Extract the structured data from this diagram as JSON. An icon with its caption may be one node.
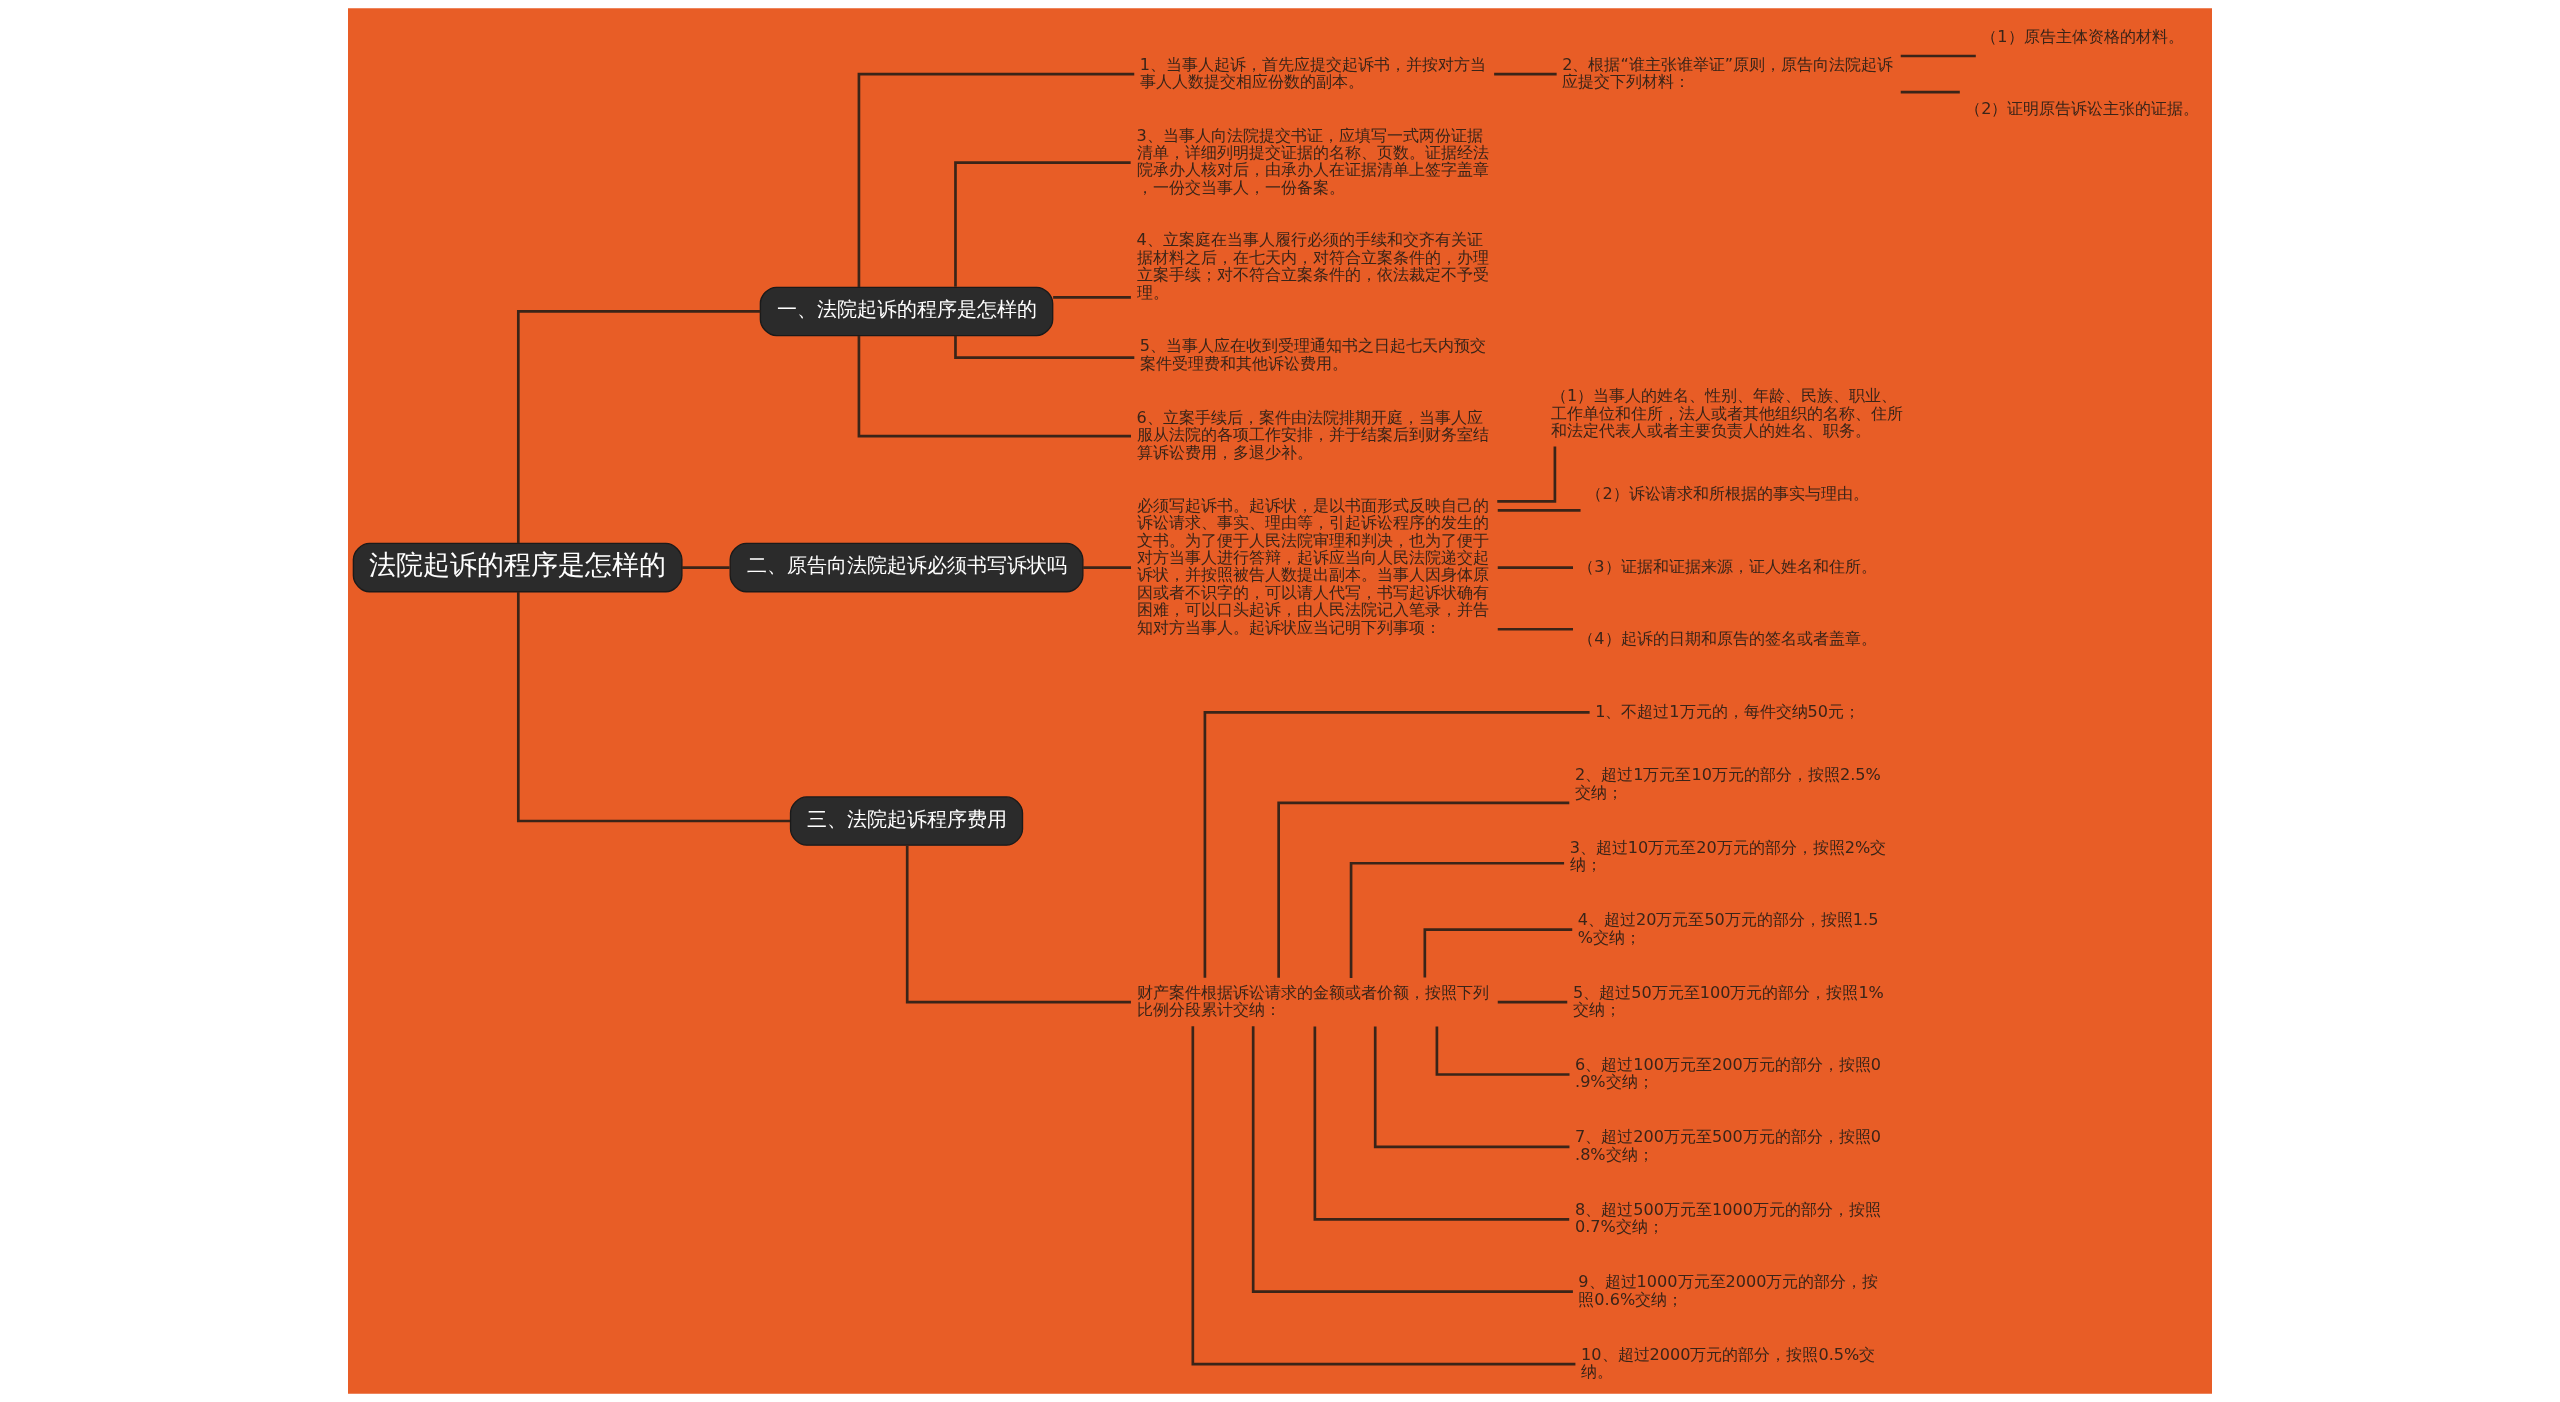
{
  "diagram": {
    "nodes": [
      {
        "text": [
          "法院起诉的程序是怎样的"
        ]
      },
      {
        "text": [
          "一、法院起诉的程序是怎样的"
        ]
      },
      {
        "text": [
          "1、当事人起诉，首先应提交起诉书，并按对方当事人人数提交相应份数的副本。"
        ]
      },
      {
        "text": [
          "2、根据“谁主张谁举证”原则，原告向法院起诉应提交下列材料："
        ]
      },
      {
        "text": [
          "（1）原告主体资格的材料。"
        ]
      },
      {
        "text": [
          "（2）证明原告诉讼主张的证据。"
        ]
      },
      {
        "text": [
          "3、当事人向法院提交书证，应填写一式两份证据清单，详细列明提交证据的名称、页数。证据经法院承办人核对后，由承办人在证据清单上签字盖章，一份交当事人，一份备案。"
        ]
      },
      {
        "text": [
          "4、立案庭在当事人履行必须的手续和交齐有关证据材料之后，在七天内，对符合立案条件的，办理立案手续；对不符合立案条件的，依法裁定不予受理。"
        ]
      },
      {
        "text": [
          "5、当事人应在收到受理通知书之日起七天内预交案件受理费和其他诉讼费用。"
        ]
      },
      {
        "text": [
          "6、立案手续后，案件由法院排期开庭，当事人应服从法院的各项工作安排，并于结案后到财务室结算诉讼费用，多退少补。"
        ]
      },
      {
        "text": [
          "二、原告向法院起诉必须书写诉状吗"
        ]
      },
      {
        "text": [
          "必须写起诉书。起诉状，是以书面形式反映自己的诉讼请求、事实、理由等，引起诉讼程序的发生的文书。为了便于人民法院审理和判决，也为了便于对方当事人进行答辩，起诉应当向人民法院递交起诉状，并按照被告人数提出副本。当事人因身体原因或者不识字的，可以请人代写，书写起诉状确有困难，可以口头起诉，由人民法院记入笔录，并告知对方当事人。起诉状应当记明下列事项："
        ]
      },
      {
        "text": [
          "（1）当事人的姓名、性别、年龄、民族、职业、工作单位和住所，法人或者其他组织的名称、住所和法定代表人或者主要负责人的姓名、职务。"
        ]
      },
      {
        "text": [
          "（2）诉讼请求和所根据的事实与理由。"
        ]
      },
      {
        "text": [
          "（3）证据和证据来源，证人姓名和住所。"
        ]
      },
      {
        "text": [
          "（4）起诉的日期和原告的签名或者盖章。"
        ]
      },
      {
        "text": [
          "三、法院起诉程序费用"
        ]
      },
      {
        "text": [
          "财产案件根据诉讼请求的金额或者价额，按照下列比例分段累计交纳："
        ]
      },
      {
        "text": [
          "1、不超过1万元的，每件交纳50元；"
        ]
      },
      {
        "text": [
          "2、超过1万元至10万元的部分，按照2.5%交纳；"
        ]
      },
      {
        "text": [
          "3、超过10万元至20万元的部分，按照2%交纳；"
        ]
      },
      {
        "text": [
          "4、超过20万元至50万元的部分，按照1.5%交纳；"
        ]
      },
      {
        "text": [
          "5、超过50万元至100万元的部分，按照1%交纳；"
        ]
      },
      {
        "text": [
          "6、超过100万元至200万元的部分，按照0.9%交纳；"
        ]
      },
      {
        "text": [
          "7、超过200万元至500万元的部分，按照0.8%交纳；"
        ]
      },
      {
        "text": [
          "8、超过500万元至1000万元的部分，按照0.7%交纳；"
        ]
      },
      {
        "text": [
          "9、超过1000万元至2000万元的部分，按照0.6%交纳；"
        ]
      },
      {
        "text": [
          "10、超过2000万元的部分，按照0.5%交纳。"
        ]
      }
    ],
    "edges": [
      {
        "from": 0,
        "to": 1,
        "arrow": "none"
      },
      {
        "from": 1,
        "to": 2,
        "arrow": "none"
      },
      {
        "from": 2,
        "to": 3,
        "arrow": "none"
      },
      {
        "from": 3,
        "to": 4,
        "arrow": "none"
      },
      {
        "from": 3,
        "to": 5,
        "arrow": "none"
      },
      {
        "from": 1,
        "to": 6,
        "arrow": "none"
      },
      {
        "from": 1,
        "to": 7,
        "arrow": "none"
      },
      {
        "from": 1,
        "to": 8,
        "arrow": "none"
      },
      {
        "from": 1,
        "to": 9,
        "arrow": "none"
      },
      {
        "from": 0,
        "to": 10,
        "arrow": "none"
      },
      {
        "from": 10,
        "to": 11,
        "arrow": "none"
      },
      {
        "from": 11,
        "to": 12,
        "arrow": "none"
      },
      {
        "from": 11,
        "to": 13,
        "arrow": "none"
      },
      {
        "from": 11,
        "to": 14,
        "arrow": "none"
      },
      {
        "from": 11,
        "to": 15,
        "arrow": "none"
      },
      {
        "from": 0,
        "to": 16,
        "arrow": "none"
      },
      {
        "from": 16,
        "to": 17,
        "arrow": "none"
      },
      {
        "from": 17,
        "to": 18,
        "arrow": "none"
      },
      {
        "from": 17,
        "to": 19,
        "arrow": "none"
      },
      {
        "from": 17,
        "to": 20,
        "arrow": "none"
      },
      {
        "from": 17,
        "to": 21,
        "arrow": "none"
      },
      {
        "from": 17,
        "to": 22,
        "arrow": "none"
      },
      {
        "from": 17,
        "to": 23,
        "arrow": "none"
      },
      {
        "from": 17,
        "to": 24,
        "arrow": "none"
      },
      {
        "from": 17,
        "to": 25,
        "arrow": "none"
      },
      {
        "from": 17,
        "to": 26,
        "arrow": "none"
      },
      {
        "from": 17,
        "to": 27,
        "arrow": "none"
      }
    ]
  }
}
